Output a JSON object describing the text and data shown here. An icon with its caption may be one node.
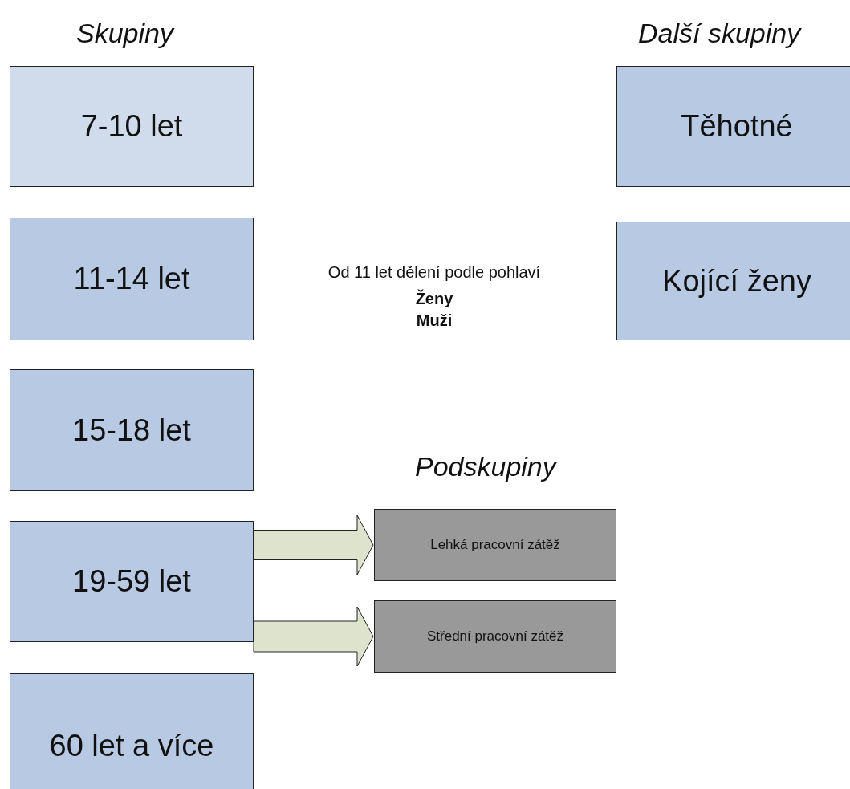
{
  "diagram": {
    "nodes": [
      {
        "text": [
          "7-10 let"
        ]
      },
      {
        "text": [
          "11-14 let"
        ]
      },
      {
        "text": [
          "15-18 let"
        ]
      },
      {
        "text": [
          "19-59 let"
        ]
      },
      {
        "text": [
          "60 let  a více"
        ]
      },
      {
        "text": [
          "Těhotné"
        ]
      },
      {
        "text": [
          "Kojící ženy"
        ]
      },
      {
        "text": [
          "Lehká pracovní zátěž"
        ]
      },
      {
        "text": [
          "Střední pracovní zátěž"
        ]
      }
    ],
    "edges": [
      {
        "from": 3,
        "to": 7,
        "arrow": "to",
        "style": "thick"
      },
      {
        "from": 3,
        "to": 8,
        "arrow": "to",
        "style": "thick"
      }
    ],
    "labels": [
      "Skupiny",
      "Další skupiny",
      "Od 11 let dělení podle pohlaví",
      "Ženy",
      "Muži",
      "Podskupiny"
    ]
  }
}
